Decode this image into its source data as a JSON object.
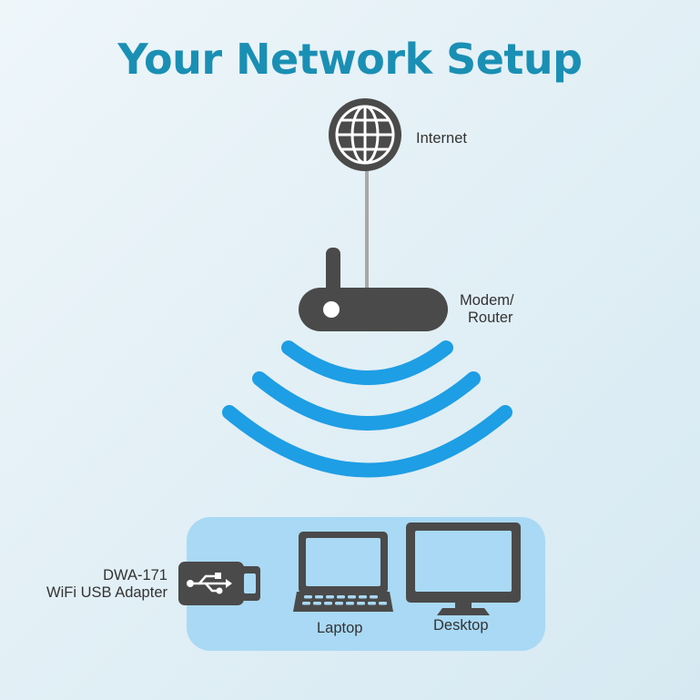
{
  "title": "Your Network Setup",
  "nodes": {
    "internet": {
      "label": "Internet",
      "icon": "globe-icon"
    },
    "router": {
      "label_line1": "Modem/",
      "label_line2": "Router",
      "icon": "router-icon"
    },
    "adapter": {
      "label_line1": "DWA-171",
      "label_line2": "WiFi USB Adapter",
      "icon": "usb-adapter-icon"
    },
    "laptop": {
      "label": "Laptop",
      "icon": "laptop-icon"
    },
    "desktop": {
      "label": "Desktop",
      "icon": "desktop-monitor-icon"
    }
  },
  "colors": {
    "title": "#1a8fb4",
    "wifi_arcs": "#1e9ee4",
    "device": "#4a4a4a",
    "device_panel": "#a9d9f4",
    "connection_line": "#a8a8a8"
  }
}
